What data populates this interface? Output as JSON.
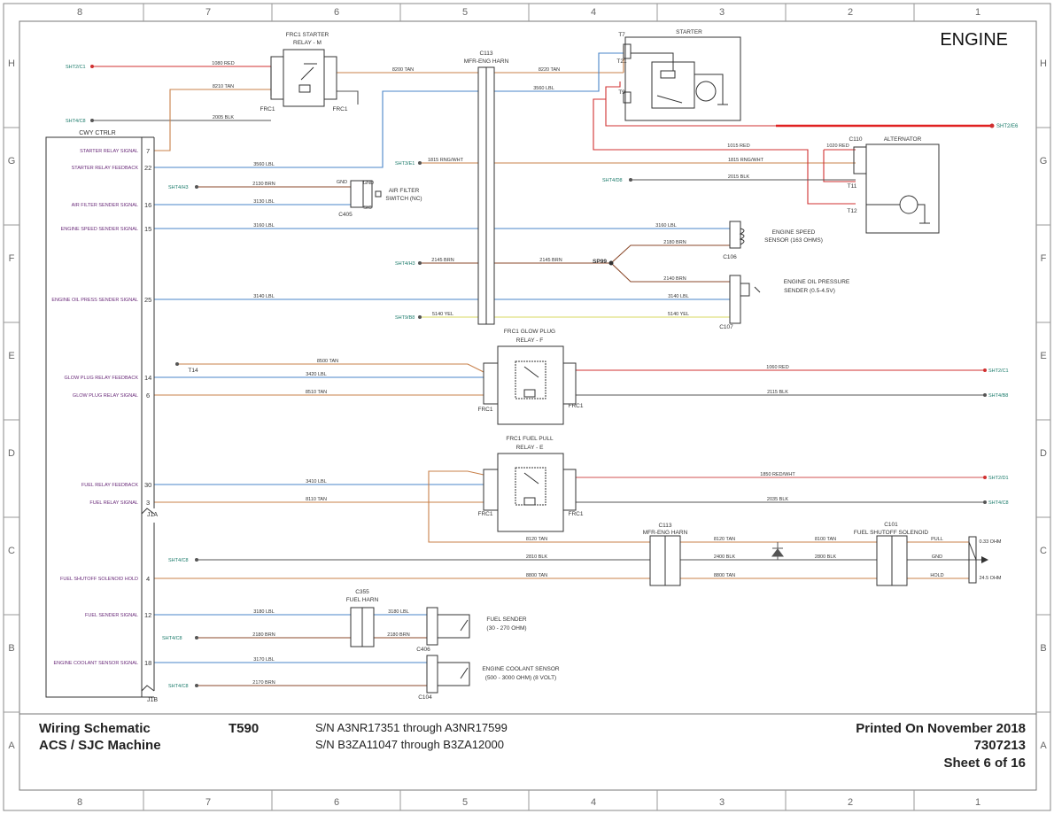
{
  "sheet_title": "ENGINE",
  "title_block": {
    "doc_type": "Wiring Schematic",
    "machine": "ACS / SJC Machine",
    "model": "T590",
    "serial_1": "S/N A3NR17351 through A3NR17599",
    "serial_2": "S/N B3ZA11047 through B3ZA12000",
    "printed": "Printed On November 2018",
    "part_no": "7307213",
    "sheet": "Sheet 6 of 16"
  },
  "grid": {
    "columns": [
      "8",
      "7",
      "6",
      "5",
      "4",
      "3",
      "2",
      "1"
    ],
    "rows": [
      "H",
      "G",
      "F",
      "E",
      "D",
      "C",
      "B",
      "A"
    ]
  },
  "colors": {
    "tan": "#c8804a",
    "lbl": "#4a86c8",
    "red": "#d03030",
    "blk": "#555555",
    "brn": "#8b4a2b",
    "yel": "#d8d860",
    "redwht": "#d05050"
  },
  "controller": {
    "name": "CWY CTRLR",
    "connector_top": "J1A",
    "connector_bottom": "J1B",
    "pins": [
      {
        "label": "STARTER RELAY SIGNAL",
        "pin": "7"
      },
      {
        "label": "STARTER RELAY FEEDBACK",
        "pin": "22"
      },
      {
        "label": "AIR FILTER SENDER SIGNAL",
        "pin": "16"
      },
      {
        "label": "ENGINE SPEED SENDER SIGNAL",
        "pin": "15"
      },
      {
        "label": "ENGINE OIL PRESS SENDER SIGNAL",
        "pin": "25"
      },
      {
        "label": "GLOW PLUG RELAY FEEDBACK",
        "pin": "14"
      },
      {
        "label": "GLOW PLUG RELAY SIGNAL",
        "pin": "6"
      },
      {
        "label": "FUEL RELAY FEEDBACK",
        "pin": "30"
      },
      {
        "label": "FUEL RELAY SIGNAL",
        "pin": "3"
      },
      {
        "label": "FUEL SHUTOFF SOLENOID HOLD",
        "pin": "4"
      },
      {
        "label": "FUEL SENDER SIGNAL",
        "pin": "12"
      },
      {
        "label": "ENGINE COOLANT SENSOR SIGNAL",
        "pin": "18"
      }
    ]
  },
  "refs": [
    "SHT2/C1",
    "SHT4/C8",
    "SHT4/H3",
    "SHT3/E1",
    "SHT4/H3",
    "SHT9/B8",
    "SHT4/C8",
    "SHT4/C8",
    "SHT4/C8",
    "SHT4/D8",
    "SHT2/E6",
    "SHT2/C1",
    "SHT4/B8",
    "SHT2/D1",
    "SHT4/C8"
  ],
  "wires": [
    "1080 RED",
    "8210 TAN",
    "2005 BLK",
    "8200 TAN",
    "8220 TAN",
    "3560 LBL",
    "3560 LBL",
    "2130 BRN",
    "3130 LBL",
    "3160 LBL",
    "3140 LBL",
    "1815 RNG/WHT",
    "2145 BRN",
    "5140 YEL",
    "3160 LBL",
    "2180 BRN",
    "2145 BRN",
    "2140 BRN",
    "3140 LBL",
    "5140 YEL",
    "1015 RED",
    "1020 RED",
    "1815 RNG/WHT",
    "2015 BLK",
    "8500 TAN",
    "3420 LBL",
    "8510 TAN",
    "1060 RED",
    "2115 BLK",
    "3410 LBL",
    "8110 TAN",
    "1850 RED/WHT",
    "2035 BLK",
    "8120 TAN",
    "2810 BLK",
    "8800 TAN",
    "8120 TAN",
    "2400 BLK",
    "8800 TAN",
    "8100 TAN",
    "2800 BLK",
    "3180 LBL",
    "3180 LBL",
    "2180 BRN",
    "2180 BRN",
    "3170 LBL",
    "2170 BRN"
  ],
  "labels": {
    "starter_relay": [
      "FRC1 STARTER",
      "RELAY - M"
    ],
    "frc1": "FRC1",
    "c113": "C113",
    "mfr_eng_harn": "MFR-ENG HARN",
    "starter": "STARTER",
    "alternator": "ALTERNATOR",
    "c110": "C110",
    "air_filter": [
      "AIR FILTER",
      "SWITCH (NC)"
    ],
    "c405": "C405",
    "gnd": "GND",
    "sig": "SIG",
    "engine_speed": [
      "ENGINE SPEED",
      "SENSOR (163 OHMS)"
    ],
    "c106": "C106",
    "sp99": "SP99",
    "oil_pressure": [
      "ENGINE OIL PRESSURE",
      "SENDER (0.5-4.5V)"
    ],
    "c107": "C107",
    "glow_relay": [
      "FRC1 GLOW PLUG",
      "RELAY - F"
    ],
    "fuel_relay": [
      "FRC1 FUEL PULL",
      "RELAY - E"
    ],
    "t14": "T14",
    "c101": "C101",
    "solenoid": "FUEL SHUTOFF SOLENOID",
    "pull": "PULL",
    "gnd2": "GND",
    "hold": "HOLD",
    "ohm1": "0.33 OHM",
    "ohm2": "24.5 OHM",
    "c355": "C355",
    "fuel_harn": "FUEL HARN",
    "fuel_sender": [
      "FUEL SENDER",
      "(30 - 270 OHM)"
    ],
    "c406": "C406",
    "coolant": [
      "ENGINE COOLANT SENSOR",
      "(500 - 3000 OHM) (8 VOLT)"
    ],
    "c104": "C104",
    "t7": "T7",
    "t21": "T21",
    "t9": "T9",
    "t11": "T11",
    "t12": "T12"
  }
}
